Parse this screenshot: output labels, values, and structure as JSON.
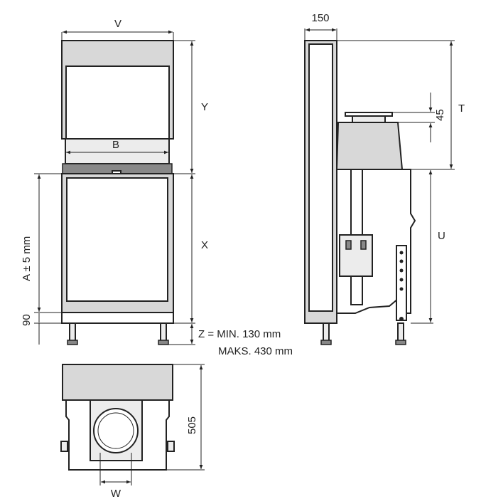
{
  "labels": {
    "v": "V",
    "y": "Y",
    "b": "B",
    "x": "X",
    "a": "A ± 5 mm",
    "h90": "90",
    "z_min": "Z = MIN. 130 mm",
    "z_max": "MAKS. 430 mm",
    "d150": "150",
    "d45": "45",
    "t": "T",
    "u": "U",
    "d505": "505",
    "w": "W"
  }
}
